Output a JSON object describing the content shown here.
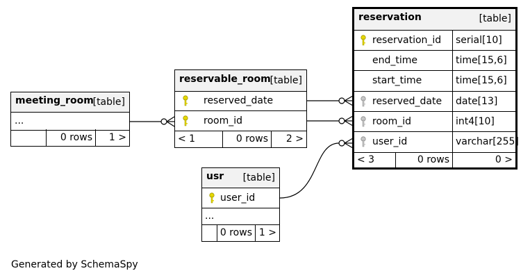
{
  "tables": {
    "meeting_room": {
      "name": "meeting_room",
      "kind": "[table]",
      "rows": [
        "..."
      ],
      "footer": {
        "parents": "",
        "rowcount": "0 rows",
        "children": "1 >"
      }
    },
    "reservable_room": {
      "name": "reservable_room",
      "kind": "[table]",
      "columns": [
        {
          "name": "reserved_date",
          "key": "primary"
        },
        {
          "name": "room_id",
          "key": "primary"
        }
      ],
      "footer": {
        "parents": "< 1",
        "rowcount": "0 rows",
        "children": "2 >"
      }
    },
    "usr": {
      "name": "usr",
      "kind": "[table]",
      "columns": [
        {
          "name": "user_id",
          "key": "primary"
        }
      ],
      "rows": [
        "..."
      ],
      "footer": {
        "parents": "",
        "rowcount": "0 rows",
        "children": "1 >"
      }
    },
    "reservation": {
      "name": "reservation",
      "kind": "[table]",
      "columns": [
        {
          "name": "reservation_id",
          "type": "serial[10]",
          "key": "primary"
        },
        {
          "name": "end_time",
          "type": "time[15,6]",
          "key": ""
        },
        {
          "name": "start_time",
          "type": "time[15,6]",
          "key": ""
        },
        {
          "name": "reserved_date",
          "type": "date[13]",
          "key": "foreign"
        },
        {
          "name": "room_id",
          "type": "int4[10]",
          "key": "foreign"
        },
        {
          "name": "user_id",
          "type": "varchar[255]",
          "key": "foreign"
        }
      ],
      "footer": {
        "parents": "< 3",
        "rowcount": "0 rows",
        "children": "0 >"
      }
    }
  },
  "relationships": [
    {
      "from": "meeting_room",
      "to": "reservable_room.room_id"
    },
    {
      "from": "reservable_room.reserved_date",
      "to": "reservation.reserved_date"
    },
    {
      "from": "reservable_room.room_id",
      "to": "reservation.room_id"
    },
    {
      "from": "usr.user_id",
      "to": "reservation.user_id"
    }
  ],
  "colors": {
    "primary_key": "#e6d800",
    "foreign_key": "#b0b0b0",
    "header_bg": "#f2f2f2"
  },
  "credit": "Generated by SchemaSpy"
}
